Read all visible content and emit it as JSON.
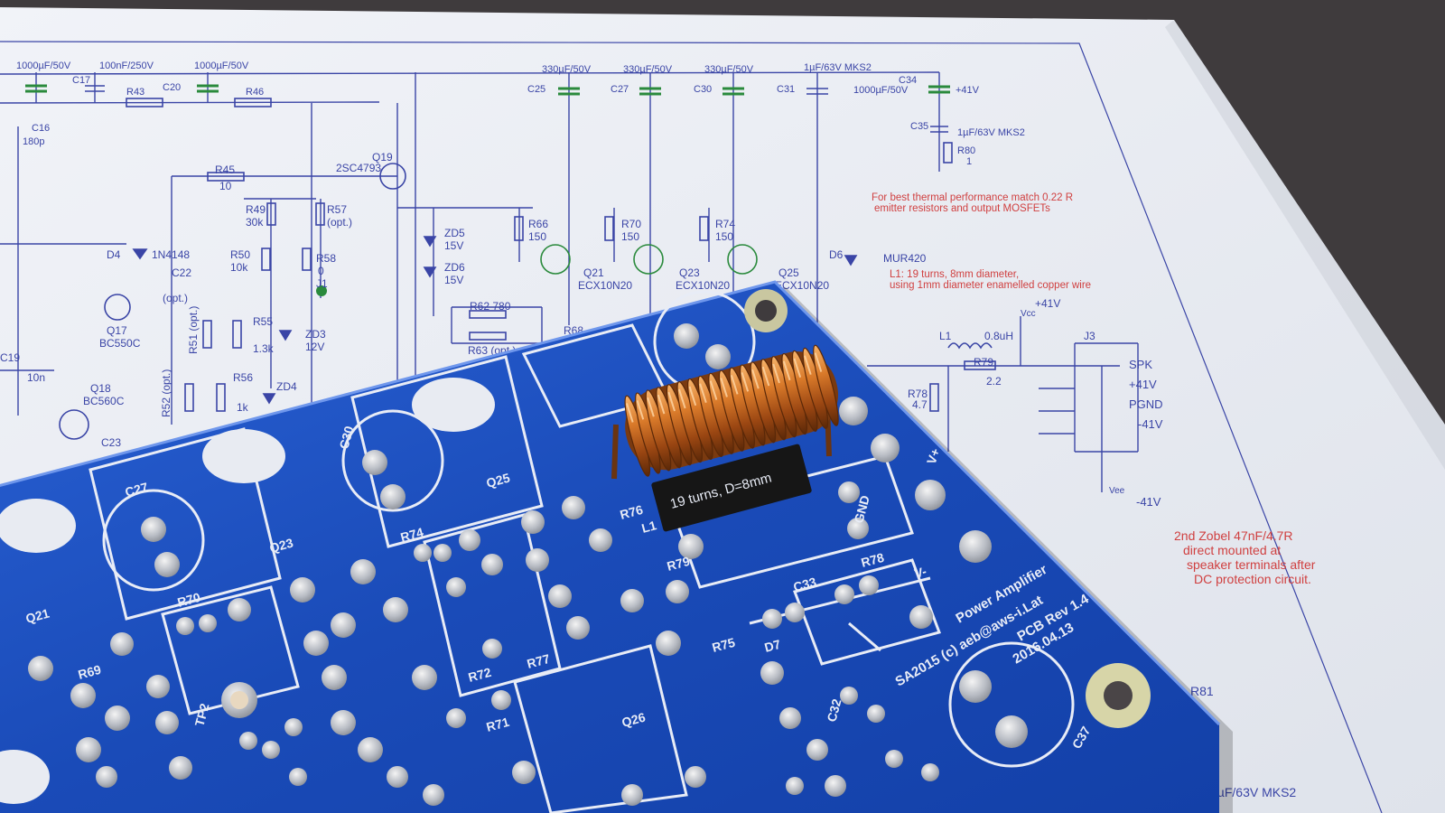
{
  "photo": {
    "schematic": {
      "top_caps": [
        "1000µF/50V",
        "100nF/250V",
        "1000µF/50V",
        "330µF/50V",
        "330µF/50V",
        "330µF/50V",
        "1µF/63V MKS2"
      ],
      "refs_top": [
        "C17",
        "C20",
        "R43",
        "R46",
        "C16",
        "180p",
        "C25",
        "C27",
        "C30",
        "C31",
        "C34",
        "1000µF/50V",
        "+41V",
        "C35",
        "1µF/63V MKS2",
        "R80",
        "1"
      ],
      "left_refs": [
        "R45",
        "10",
        "Q19",
        "2SC4793",
        "R49",
        "30k",
        "R57",
        "(opt.)",
        "D4",
        "1N4148",
        "R50",
        "10k",
        "R58",
        "0",
        "C22",
        "(opt.)",
        "J1",
        "Q17",
        "BC550C",
        "R55",
        "1.3k",
        "ZD3",
        "12V",
        "C19",
        "10n",
        "Q18",
        "BC560C",
        "R56",
        "1k",
        "ZD4",
        "C23",
        "R51 (opt.)",
        "R52 (opt.)"
      ],
      "mid_refs": [
        "ZD5",
        "15V",
        "ZD6",
        "15V",
        "R66",
        "150",
        "R70",
        "150",
        "R74",
        "150",
        "Q21",
        "Q23",
        "Q25",
        "ECX10N20",
        "ECX10N20",
        "ECX10N20",
        "R62 780",
        "R63 (opt.)",
        "R68",
        "D6",
        "MUR420"
      ],
      "right_refs": [
        "L1",
        "0.8uH",
        "R79",
        "2.2",
        "R78",
        "4.7",
        "J3",
        "SPK",
        "+41V",
        "PGND",
        "-41V",
        "+41V",
        "Vcc",
        "Vee",
        "-41V",
        "1µF/63V MKS2",
        "R81"
      ],
      "notes": [
        "For best thermal performance match 0.22 R",
        "emitter resistors and output MOSFETs",
        "L1: 19 turns, 8mm diameter,",
        "using 1mm diameter enamelled copper wire",
        "2nd Zobel 47nF/4.7R",
        "direct mounted at",
        "speaker terminals after",
        "DC protection circuit."
      ]
    },
    "pcb": {
      "silkscreen": [
        "C27",
        "C30",
        "Q25",
        "Q23",
        "Q21",
        "R74",
        "R70",
        "R69",
        "R72",
        "R71",
        "R77",
        "R76",
        "L1",
        "R79",
        "R78",
        "R75",
        "D7",
        "C33",
        "C32",
        "C37",
        "Q26",
        "TP2",
        "V+",
        "V-",
        "GND"
      ],
      "coil_label": "19 turns, D=8mm",
      "credit": [
        "Power Amplifier",
        "SA2015 (c) aeb@aws-i.Lat",
        "PCB Rev 1.4",
        "2016.04.13"
      ]
    },
    "colors": {
      "paper": "#eef1f6",
      "schematic_line": "#3a45a6",
      "pcb": "#1c4fc0",
      "copper": "#c8641c",
      "silkscreen": "#e8ecf6",
      "note_text": "#d04040"
    }
  }
}
